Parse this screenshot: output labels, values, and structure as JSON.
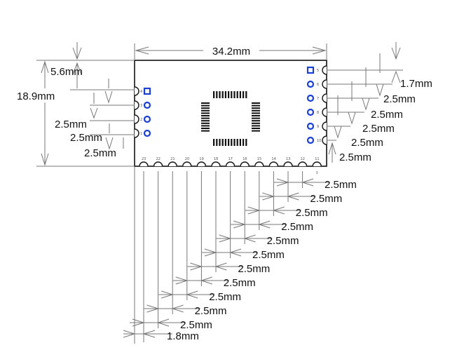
{
  "diagram": {
    "width_label": "34.2mm",
    "height_label": "18.9mm",
    "left_top_label": "5.6mm",
    "left_pitch_labels": [
      "2.5mm",
      "2.5mm",
      "2.5mm"
    ],
    "right_top_label": "1.7mm",
    "right_pitch_labels": [
      "2.5mm",
      "2.5mm",
      "2.5mm",
      "2.5mm",
      "2.5mm"
    ],
    "bottom_pitch_labels": [
      "2.5mm",
      "2.5mm",
      "2.5mm",
      "2.5mm",
      "2.5mm",
      "2.5mm",
      "2.5mm",
      "2.5mm",
      "2.5mm",
      "2.5mm",
      "2.5mm"
    ],
    "bottom_first_label": "1.8mm",
    "left_pin_numbers": [
      "4",
      "3",
      "2",
      "1"
    ],
    "right_pin_numbers": [
      "5",
      "6",
      "7",
      "8",
      "9",
      "10"
    ],
    "bottom_pin_numbers": [
      "23",
      "22",
      "21",
      "20",
      "19",
      "18",
      "17",
      "16",
      "15",
      "14",
      "13",
      "12",
      "11"
    ],
    "colors": {
      "pad": "#1a3fd6",
      "line": "#777777",
      "text": "#111111",
      "board": "#111111"
    }
  }
}
